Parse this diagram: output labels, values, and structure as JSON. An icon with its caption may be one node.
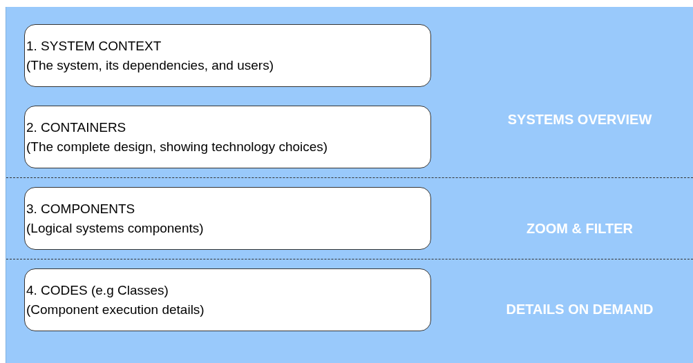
{
  "diagram": {
    "nodes": [
      {
        "text": [],
        "shape": "box"
      },
      {
        "text": [
          "1. SYSTEM CONTEXT",
          "(The system, its dependencies, and users)"
        ],
        "in": 0
      },
      {
        "text": [
          "2. CONTAINERS",
          "(The complete design, showing technology choices)"
        ],
        "in": 0
      },
      {
        "text": [
          "3. COMPONENTS",
          "(Logical systems components)"
        ],
        "in": 0
      },
      {
        "text": [
          "4. CODES (e.g Classes)",
          "(Component execution details)"
        ],
        "in": 0
      }
    ],
    "edges": [],
    "labels": [
      "SYSTEMS OVERVIEW",
      "ZOOM & FILTER",
      "DETAILS ON DEMAND"
    ]
  }
}
